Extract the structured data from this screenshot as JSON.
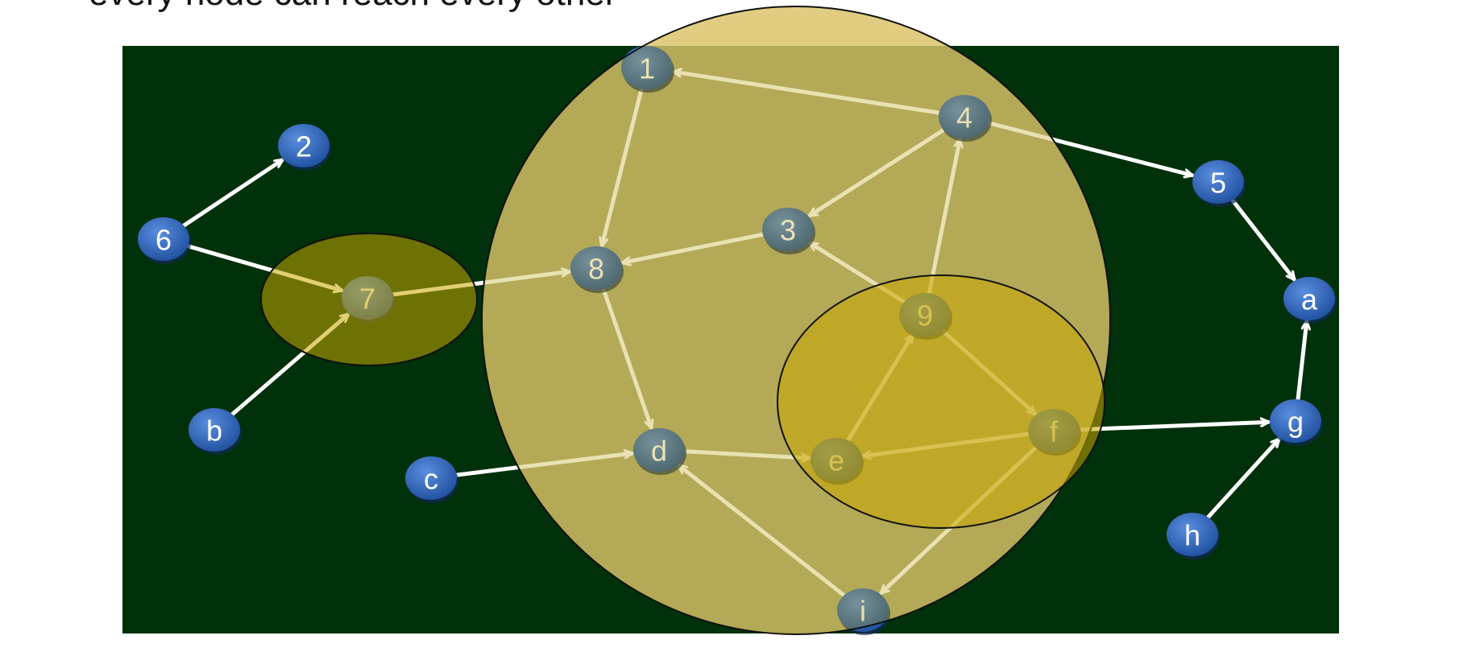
{
  "caption": "every node can reach every other",
  "colors": {
    "background": "#00310a",
    "node_fill": "#2f62b8",
    "node_shadow": "#0f2a52",
    "edge": "#ffffff",
    "scc_fill": "#c8a800",
    "scc_stroke": "#111111",
    "big_circle_fill": "#e8cf8c"
  },
  "nodes": [
    {
      "id": "1",
      "label": "1"
    },
    {
      "id": "2",
      "label": "2"
    },
    {
      "id": "3",
      "label": "3"
    },
    {
      "id": "4",
      "label": "4"
    },
    {
      "id": "5",
      "label": "5"
    },
    {
      "id": "6",
      "label": "6"
    },
    {
      "id": "7",
      "label": "7"
    },
    {
      "id": "8",
      "label": "8"
    },
    {
      "id": "9",
      "label": "9"
    },
    {
      "id": "a",
      "label": "a"
    },
    {
      "id": "b",
      "label": "b"
    },
    {
      "id": "c",
      "label": "c"
    },
    {
      "id": "d",
      "label": "d"
    },
    {
      "id": "e",
      "label": "e"
    },
    {
      "id": "f",
      "label": "f"
    },
    {
      "id": "g",
      "label": "g"
    },
    {
      "id": "h",
      "label": "h"
    },
    {
      "id": "i",
      "label": "i"
    }
  ],
  "edges": [
    [
      "6",
      "2"
    ],
    [
      "6",
      "7"
    ],
    [
      "b",
      "7"
    ],
    [
      "7",
      "8"
    ],
    [
      "4",
      "1"
    ],
    [
      "1",
      "8"
    ],
    [
      "4",
      "3"
    ],
    [
      "3",
      "8"
    ],
    [
      "4",
      "5"
    ],
    [
      "5",
      "a"
    ],
    [
      "9",
      "3"
    ],
    [
      "9",
      "4"
    ],
    [
      "8",
      "d"
    ],
    [
      "c",
      "d"
    ],
    [
      "d",
      "e"
    ],
    [
      "e",
      "9"
    ],
    [
      "9",
      "f"
    ],
    [
      "f",
      "e"
    ],
    [
      "f",
      "g"
    ],
    [
      "f",
      "i"
    ],
    [
      "i",
      "d"
    ],
    [
      "g",
      "a"
    ],
    [
      "h",
      "g"
    ]
  ],
  "components": [
    {
      "id": "scc-large",
      "members": [
        "1",
        "3",
        "4",
        "8",
        "9",
        "d",
        "e",
        "f",
        "i"
      ]
    },
    {
      "id": "scc-small",
      "members": [
        "9",
        "e",
        "f"
      ]
    },
    {
      "id": "scc-singleton",
      "members": [
        "7"
      ]
    }
  ]
}
